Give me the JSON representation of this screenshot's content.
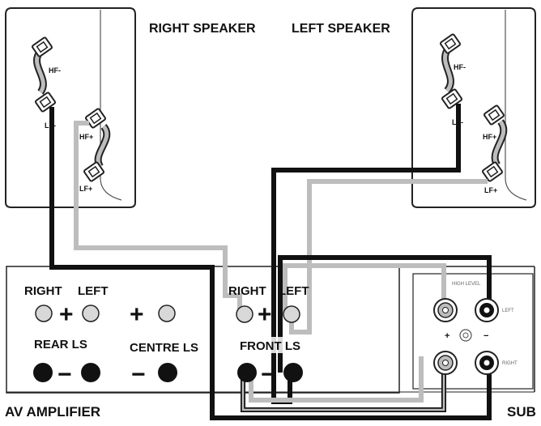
{
  "labels": {
    "right_speaker": "RIGHT SPEAKER",
    "left_speaker": "LEFT SPEAKER",
    "av_amplifier": "AV AMPLIFIER",
    "sub": "SUB",
    "rear_right": "RIGHT",
    "rear_left": "LEFT",
    "rear_ls": "REAR LS",
    "centre_ls": "CENTRE LS",
    "front_right": "RIGHT",
    "front_left": "LEFT",
    "front_ls": "FRONT LS",
    "plus": "+",
    "minus": "−"
  },
  "speaker_terminals": {
    "hf_minus": "HF-",
    "lf_minus": "LF-",
    "hf_plus": "HF+",
    "lf_plus": "LF+"
  },
  "sub_panel": {
    "header": "HIGH LEVEL",
    "left": "LEFT",
    "right": "RIGHT",
    "plus": "+",
    "minus": "−"
  },
  "colors": {
    "positive_cable": "#bdbdbd",
    "negative_cable": "#111111",
    "outline": "#222222"
  }
}
